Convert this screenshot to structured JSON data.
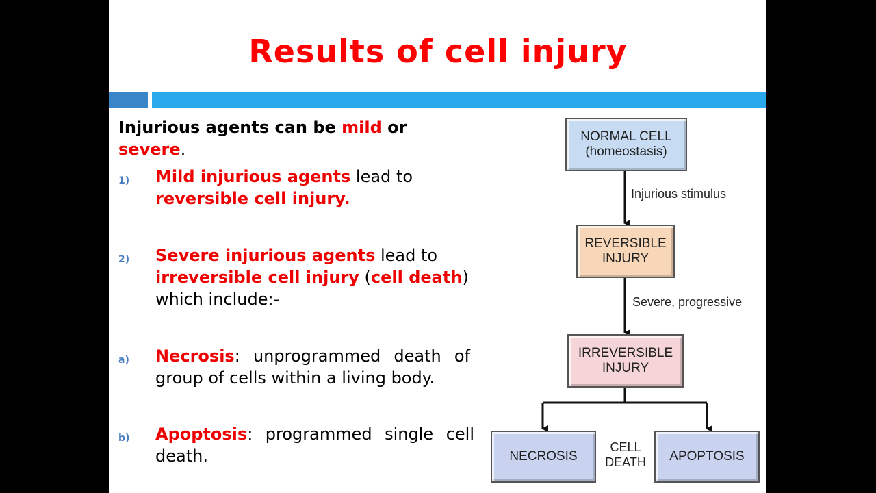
{
  "title": "Results of cell injury",
  "intro": {
    "a": "Injurious agents can be ",
    "mild": "mild",
    "b": " or",
    "severe": "severe",
    "c": "."
  },
  "items": [
    {
      "marker": "1)",
      "t1": "Mild injurious agents",
      "t2": " lead to ",
      "t3": "reversible cell injury."
    },
    {
      "marker": "2)",
      "t1": "Severe injurious agents",
      "t2": " lead to ",
      "t3": "irreversible cell injury",
      "t4": " (",
      "t5": "cell death",
      "t6": ")",
      "t7": "which include:-"
    },
    {
      "marker": "a)",
      "t1": "Necrosis",
      "t2": ": unprogrammed death of group of cells within a living body."
    },
    {
      "marker": "b)",
      "t1": "Apoptosis",
      "t2": ": programmed single cell death."
    }
  ],
  "diagram": {
    "normal_line1": "NORMAL CELL",
    "normal_line2": "(homeostasis)",
    "arrow1_label": "Injurious stimulus",
    "reversible_line1": "REVERSIBLE",
    "reversible_line2": "INJURY",
    "arrow2_label": "Severe, progressive",
    "irreversible_line1": "IRREVERSIBLE",
    "irreversible_line2": "INJURY",
    "necrosis": "NECROSIS",
    "apoptosis": "APOPTOSIS",
    "cell_death_line1": "CELL",
    "cell_death_line2": "DEATH"
  },
  "colors": {
    "title": "#ff0000",
    "normal_box": "#c7dcf2",
    "reversible_box": "#f8d6b8",
    "irreversible_box": "#f6d5d8",
    "outcome_box": "#c9d2ee",
    "bar_dark": "#3a86c8",
    "bar_light": "#29a9ec"
  }
}
